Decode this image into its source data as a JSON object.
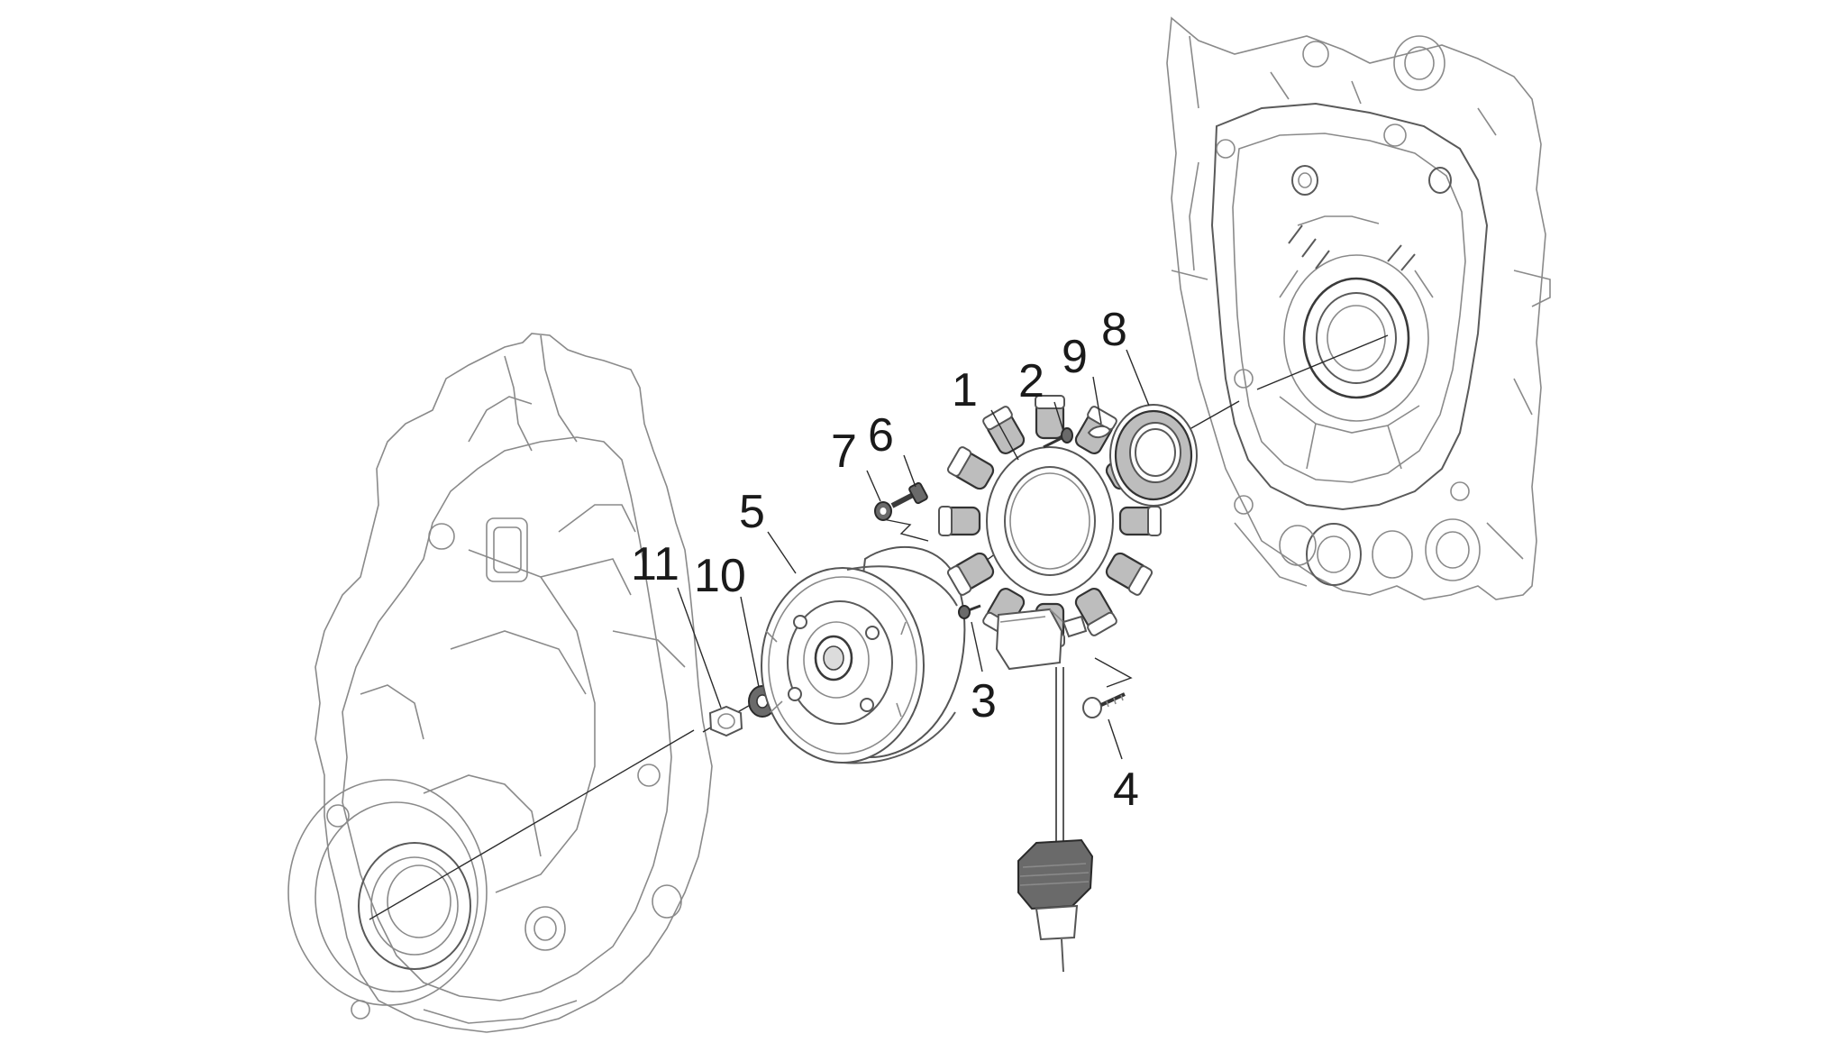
{
  "diagram": {
    "callouts": [
      {
        "id": "1",
        "text": "1"
      },
      {
        "id": "2",
        "text": "2"
      },
      {
        "id": "3",
        "text": "3"
      },
      {
        "id": "4",
        "text": "4"
      },
      {
        "id": "5",
        "text": "5"
      },
      {
        "id": "6",
        "text": "6"
      },
      {
        "id": "7",
        "text": "7"
      },
      {
        "id": "8",
        "text": "8"
      },
      {
        "id": "9",
        "text": "9"
      },
      {
        "id": "10",
        "text": "10"
      },
      {
        "id": "11",
        "text": "11"
      }
    ]
  }
}
